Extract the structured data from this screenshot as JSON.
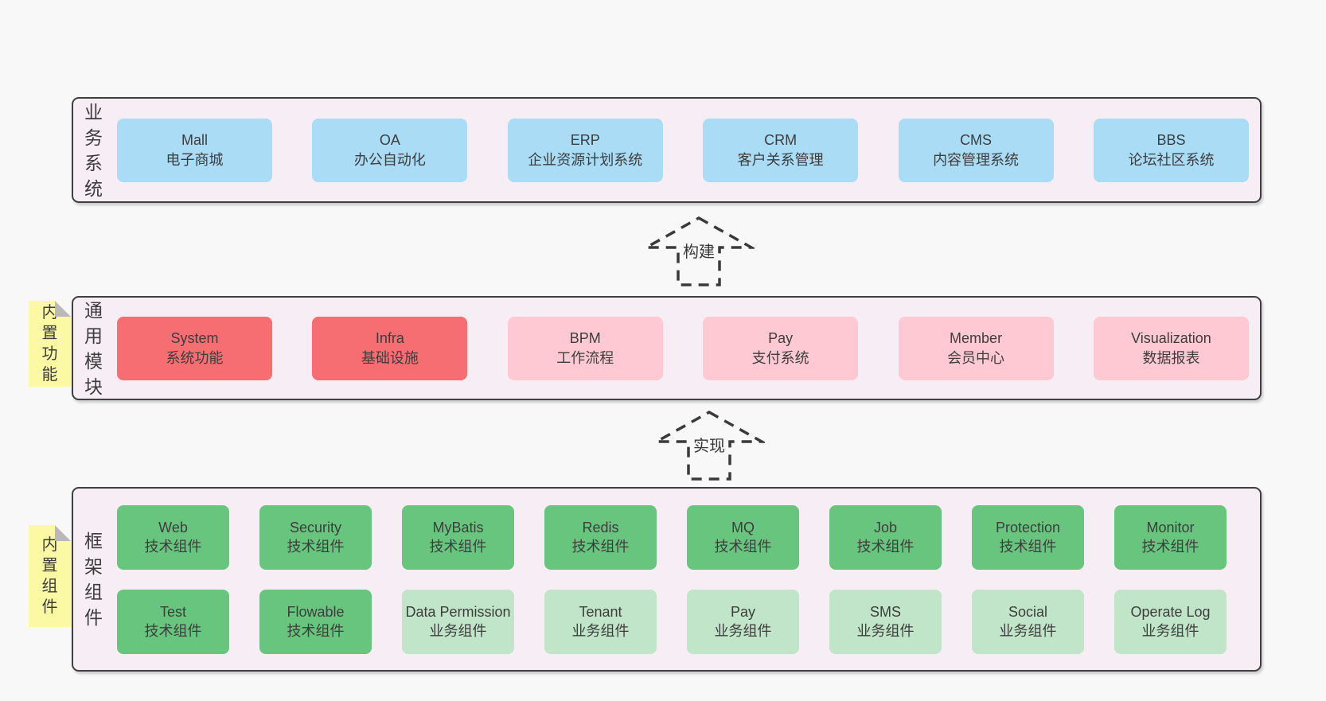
{
  "colors": {
    "page_bg": "#f8f8f8",
    "band_bg": "#f7edf4",
    "band_border": "#3f3f3f",
    "blue_box": "#aadcf5",
    "red_box": "#f66d72",
    "pink_box": "#ffc9d3",
    "green_box": "#68c57d",
    "light_green_box": "#c0e5c8",
    "note_bg": "#fbf9a3",
    "note_fold": "#b9b9b9",
    "text": "#3d3d3d"
  },
  "bands": {
    "business": {
      "label": "业务系统",
      "boxes": [
        {
          "name": "Mall",
          "subtitle": "电子商城"
        },
        {
          "name": "OA",
          "subtitle": "办公自动化"
        },
        {
          "name": "ERP",
          "subtitle": "企业资源计划系统"
        },
        {
          "name": "CRM",
          "subtitle": "客户关系管理"
        },
        {
          "name": "CMS",
          "subtitle": "内容管理系统"
        },
        {
          "name": "BBS",
          "subtitle": "论坛社区系统"
        }
      ]
    },
    "modules": {
      "label": "通用模块",
      "note": "内置功能",
      "boxes": [
        {
          "name": "System",
          "subtitle": "系统功能"
        },
        {
          "name": "Infra",
          "subtitle": "基础设施"
        },
        {
          "name": "BPM",
          "subtitle": "工作流程"
        },
        {
          "name": "Pay",
          "subtitle": "支付系统"
        },
        {
          "name": "Member",
          "subtitle": "会员中心"
        },
        {
          "name": "Visualization",
          "subtitle": "数据报表"
        }
      ]
    },
    "components": {
      "label": "框架组件",
      "note": "内置组件",
      "row1": [
        {
          "name": "Web",
          "subtitle": "技术组件"
        },
        {
          "name": "Security",
          "subtitle": "技术组件"
        },
        {
          "name": "MyBatis",
          "subtitle": "技术组件"
        },
        {
          "name": "Redis",
          "subtitle": "技术组件"
        },
        {
          "name": "MQ",
          "subtitle": "技术组件"
        },
        {
          "name": "Job",
          "subtitle": "技术组件"
        },
        {
          "name": "Protection",
          "subtitle": "技术组件"
        },
        {
          "name": "Monitor",
          "subtitle": "技术组件"
        }
      ],
      "row2": [
        {
          "name": "Test",
          "subtitle": "技术组件"
        },
        {
          "name": "Flowable",
          "subtitle": "技术组件"
        },
        {
          "name": "Data Permission",
          "subtitle": "业务组件"
        },
        {
          "name": "Tenant",
          "subtitle": "业务组件"
        },
        {
          "name": "Pay",
          "subtitle": "业务组件"
        },
        {
          "name": "SMS",
          "subtitle": "业务组件"
        },
        {
          "name": "Social",
          "subtitle": "业务组件"
        },
        {
          "name": "Operate Log",
          "subtitle": "业务组件"
        }
      ]
    }
  },
  "arrows": {
    "build": "构建",
    "implement": "实现"
  }
}
